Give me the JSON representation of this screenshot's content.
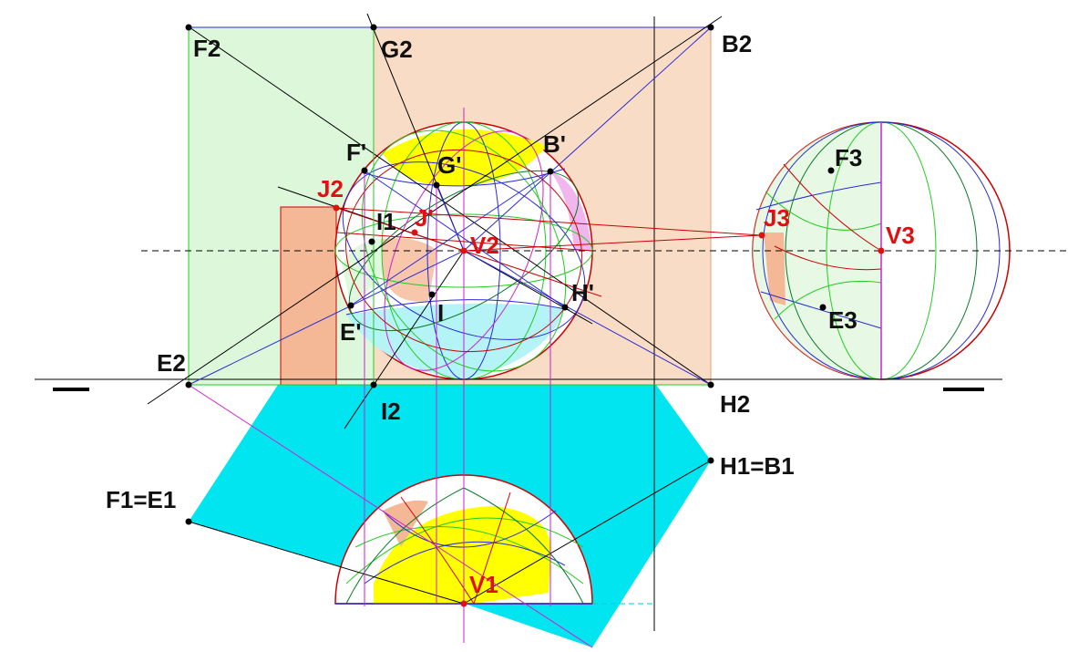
{
  "colors": {
    "background": "#ffffff",
    "green_face": "#ddf7da",
    "orange_face": "#f9dcc5",
    "salmon": "#f5b896",
    "cyan": "#00e5f0",
    "light_cyan": "#b4f4f6",
    "yellow": "#ffff00",
    "pink": "#f2b6ee",
    "text_black": "#111111",
    "text_red": "#e01010",
    "line_black": "#000000",
    "line_red": "#cc0000",
    "line_blue": "#2a2ad8",
    "line_green": "#22cc22",
    "line_magenta": "#d020d0",
    "line_darkgreen": "#0a7a2a"
  },
  "labels": {
    "F2": "F2",
    "G2": "G2",
    "B2": "B2",
    "E2": "E2",
    "H2": "H2",
    "I2": "I2",
    "F_prime": "F'",
    "G_prime": "G'",
    "B_prime": "B'",
    "H_prime": "H'",
    "E_prime": "E'",
    "I1": "I1",
    "I": "I",
    "J2": "J2",
    "J_prime": "J'",
    "V2": "V2",
    "F3": "F3",
    "E3": "E3",
    "J3": "J3",
    "V3": "V3",
    "F1E1": "F1=E1",
    "H1B1": "H1=B1",
    "V1": "V1"
  }
}
